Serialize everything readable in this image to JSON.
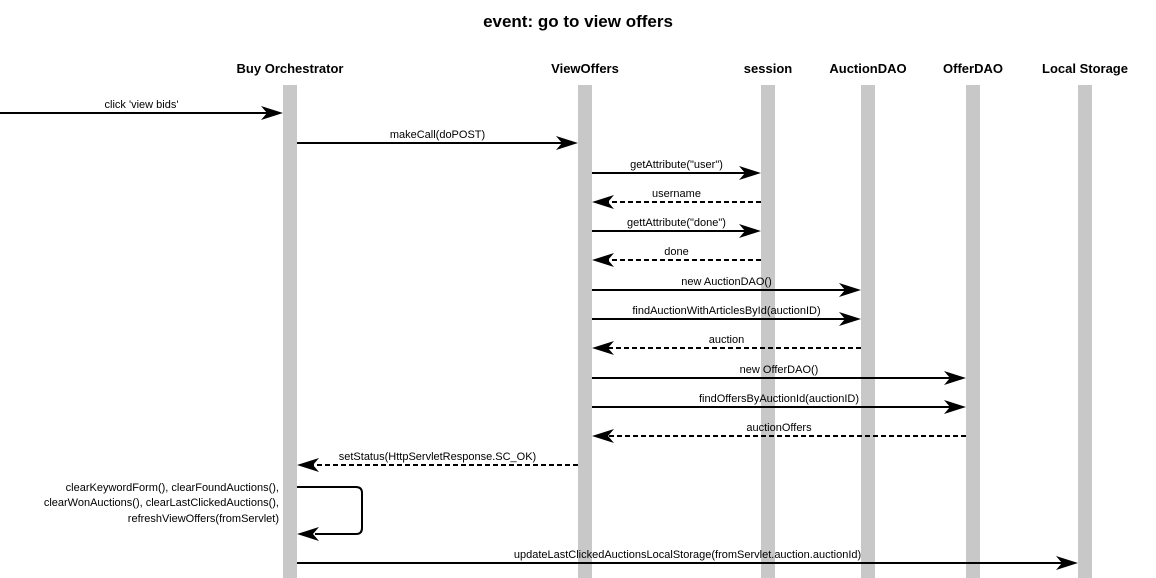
{
  "title": "event: go to view offers",
  "actors": [
    {
      "id": "buy",
      "label": "Buy Orchestrator"
    },
    {
      "id": "view",
      "label": "ViewOffers"
    },
    {
      "id": "session",
      "label": "session"
    },
    {
      "id": "auction",
      "label": "AuctionDAO"
    },
    {
      "id": "offer",
      "label": "OfferDAO"
    },
    {
      "id": "storage",
      "label": "Local Storage"
    }
  ],
  "messages": [
    {
      "from": null,
      "to": "buy",
      "label": "click 'view bids'",
      "style": "solid"
    },
    {
      "from": "buy",
      "to": "view",
      "label": "makeCall(doPOST)",
      "style": "solid"
    },
    {
      "from": "view",
      "to": "session",
      "label": "getAttribute(\"user\")",
      "style": "solid"
    },
    {
      "from": "session",
      "to": "view",
      "label": "username",
      "style": "dashed"
    },
    {
      "from": "view",
      "to": "session",
      "label": "gettAttribute(\"done\")",
      "style": "solid"
    },
    {
      "from": "session",
      "to": "view",
      "label": "done",
      "style": "dashed"
    },
    {
      "from": "view",
      "to": "auction",
      "label": "new AuctionDAO()",
      "style": "solid"
    },
    {
      "from": "view",
      "to": "auction",
      "label": "findAuctionWithArticlesById(auctionID)",
      "style": "solid"
    },
    {
      "from": "auction",
      "to": "view",
      "label": "auction",
      "style": "dashed"
    },
    {
      "from": "view",
      "to": "offer",
      "label": "new OfferDAO()",
      "style": "solid"
    },
    {
      "from": "view",
      "to": "offer",
      "label": "findOffersByAuctionId(auctionID)",
      "style": "solid"
    },
    {
      "from": "offer",
      "to": "view",
      "label": "auctionOffers",
      "style": "dashed"
    },
    {
      "from": "view",
      "to": "buy",
      "label": "setStatus(HttpServletResponse.SC_OK)",
      "style": "dashed"
    },
    {
      "from": "buy",
      "to": "buy",
      "label_lines": [
        "clearKeywordForm(), clearFoundAuctions(),",
        "clearWonAuctions(), clearLastClickedAuctions(),",
        "refreshViewOffers(fromServlet)"
      ],
      "style": "solid"
    },
    {
      "from": "buy",
      "to": "storage",
      "label": "updateLastClickedAuctionsLocalStorage(fromServlet.auction.auctionId)",
      "style": "solid"
    }
  ]
}
